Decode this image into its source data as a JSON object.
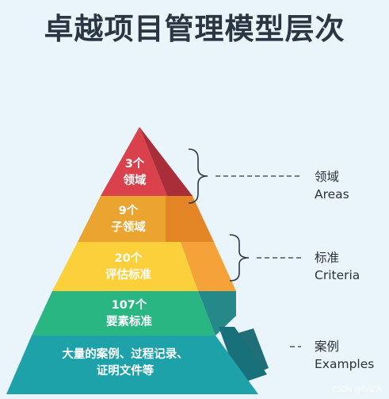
{
  "title": "卓越项目管理模型层次",
  "levels": [
    {
      "line1": "3个",
      "line2": "领域",
      "color": "#d9424d",
      "side_color": "#a92e3a"
    },
    {
      "line1": "9个",
      "line2": "子领域",
      "color": "#eba430",
      "side_color": "#e58626"
    },
    {
      "line1": "20个",
      "line2": "评估标准",
      "color": "#fcd03a",
      "side_color": "#f5a238"
    },
    {
      "line1": "107个",
      "line2": "要素标准",
      "color": "#29b682",
      "side_color": "#25898a"
    },
    {
      "line1": "大量的案例、过程记录、",
      "line2": "证明文件等",
      "color": "#1ea2aa",
      "side_color": "#17707a"
    }
  ],
  "annotations": [
    {
      "zh": "领域",
      "en": "Areas"
    },
    {
      "zh": "标准",
      "en": "Criteria"
    },
    {
      "zh": "案例",
      "en": "Examples"
    }
  ],
  "watermark": "CSDN @fo安方"
}
